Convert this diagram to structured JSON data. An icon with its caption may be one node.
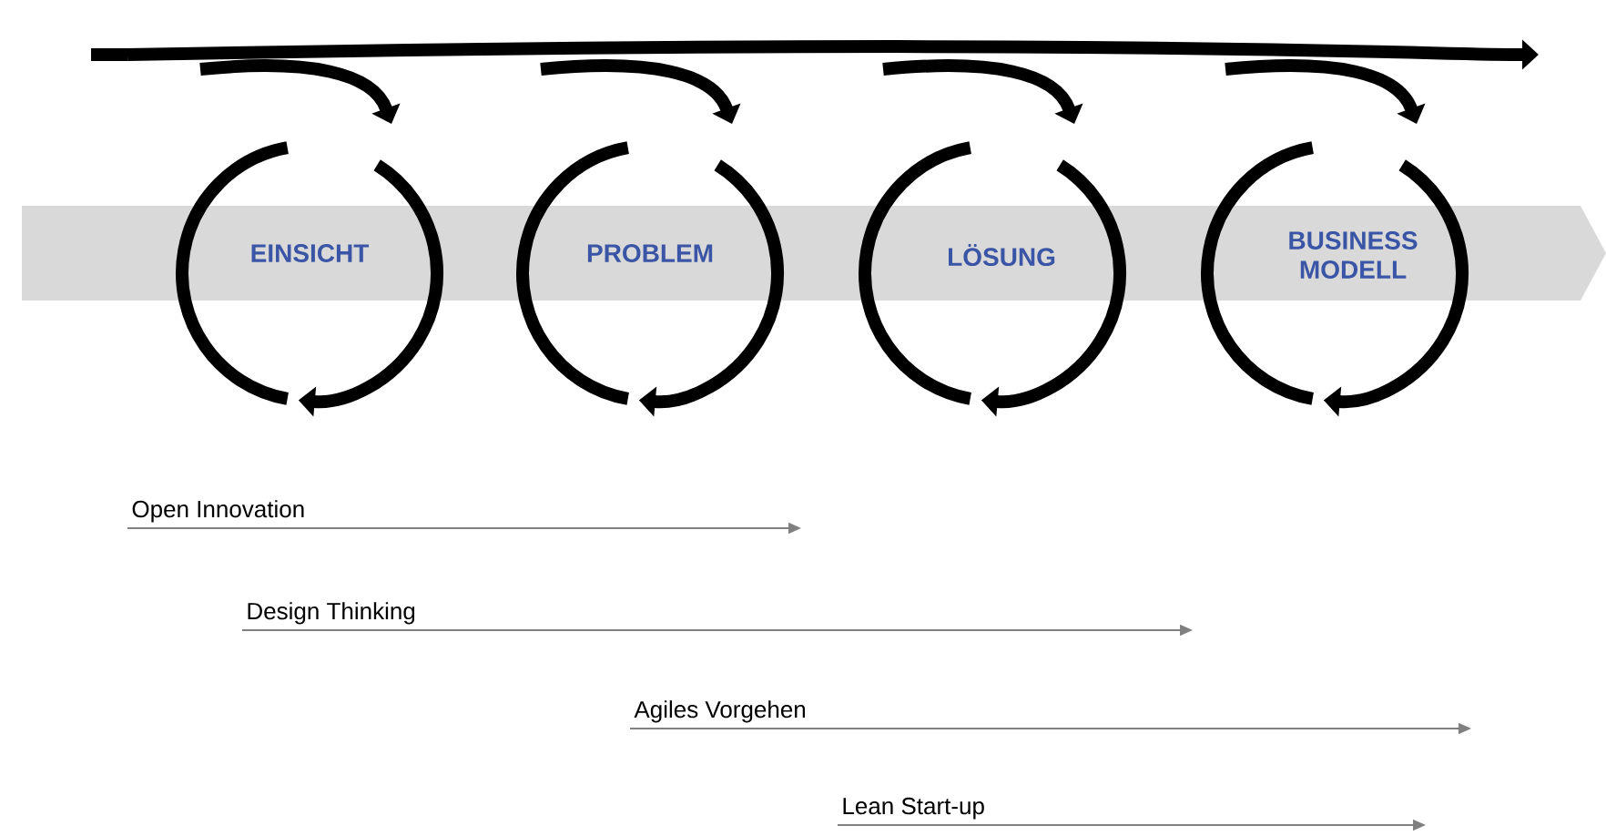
{
  "diagram": {
    "labels": [
      "EINSICHT",
      "PROBLEM",
      "LÖSUNG",
      "BUSINESS MODELL",
      "Open Innovation",
      "Design Thinking",
      "Agiles Vorgehen",
      "Lean Start-up"
    ]
  }
}
